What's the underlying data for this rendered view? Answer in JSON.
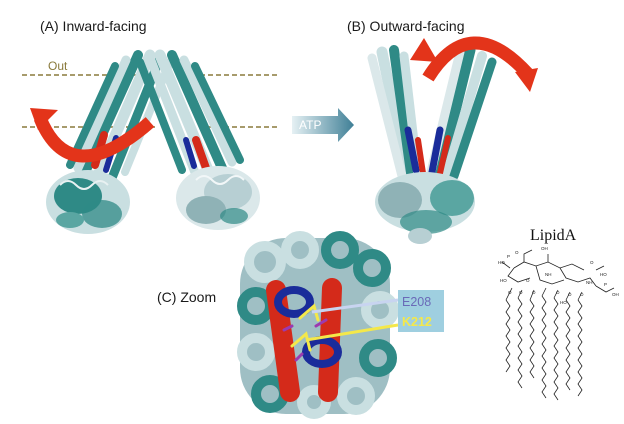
{
  "panels": {
    "a_label": "(A) Inward-facing",
    "b_label": "(B) Outward-facing",
    "c_label": "(C) Zoom"
  },
  "membrane": {
    "out_label": "Out"
  },
  "transition": {
    "label": "ATP"
  },
  "residues": [
    {
      "label": "E208",
      "color": "#6a6ab8"
    },
    {
      "label": "K212",
      "color": "#f4e84a"
    }
  ],
  "molecule": {
    "title": "LipidA"
  },
  "chem_labels": [
    "HO",
    "P",
    "O",
    "OH",
    "NH",
    "HO",
    "P",
    "OH",
    "O",
    "NH",
    "O",
    "HO",
    "O",
    "O",
    "O",
    "O",
    "O",
    "HO",
    "O"
  ],
  "colors": {
    "helix_teal": "#2f8a86",
    "helix_light": "#c9dfe1",
    "helix_red": "#d42a1a",
    "helix_blue": "#1a2c9a",
    "arrow_red": "#e3341a",
    "membrane_line": "#8a7a3c",
    "atp_arrow": "#4c8aa0",
    "residue_box": "#9fcfe0"
  }
}
